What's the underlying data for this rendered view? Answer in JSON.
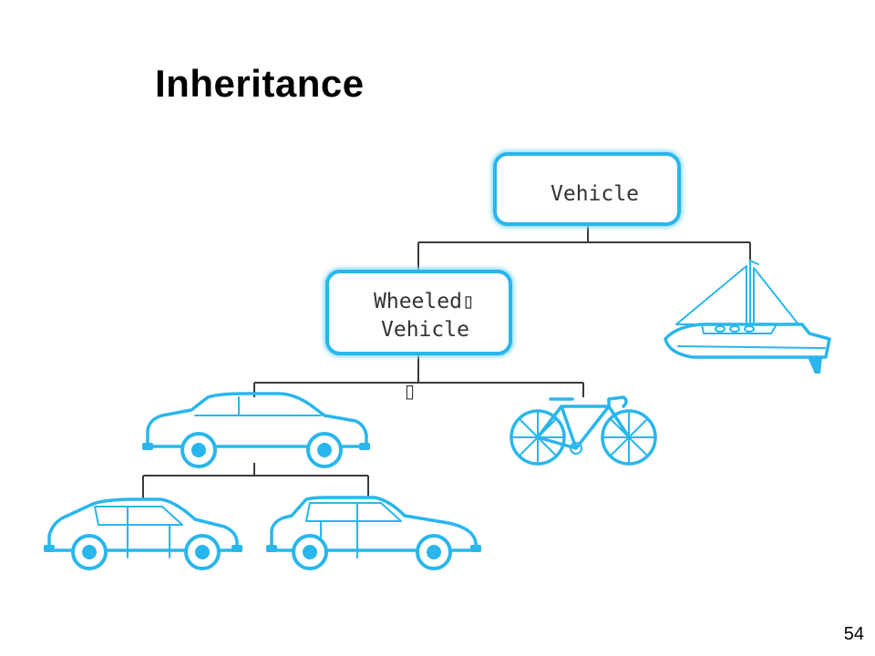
{
  "slide": {
    "title": "Inheritance",
    "page_number": "54"
  },
  "diagram": {
    "root_box": {
      "label": "Vehicle"
    },
    "child_box": {
      "label_line1": "Wheeled▯",
      "label_line2": "Vehicle"
    },
    "stray_glyph": "▯",
    "icons": [
      "sailboat-icon",
      "sedan-car-icon",
      "bicycle-icon",
      "hatchback-car-icon",
      "wagon-car-icon"
    ],
    "colors": {
      "accent": "#29b6ec",
      "connector": "#3a3a3a",
      "text": "#333333"
    }
  }
}
